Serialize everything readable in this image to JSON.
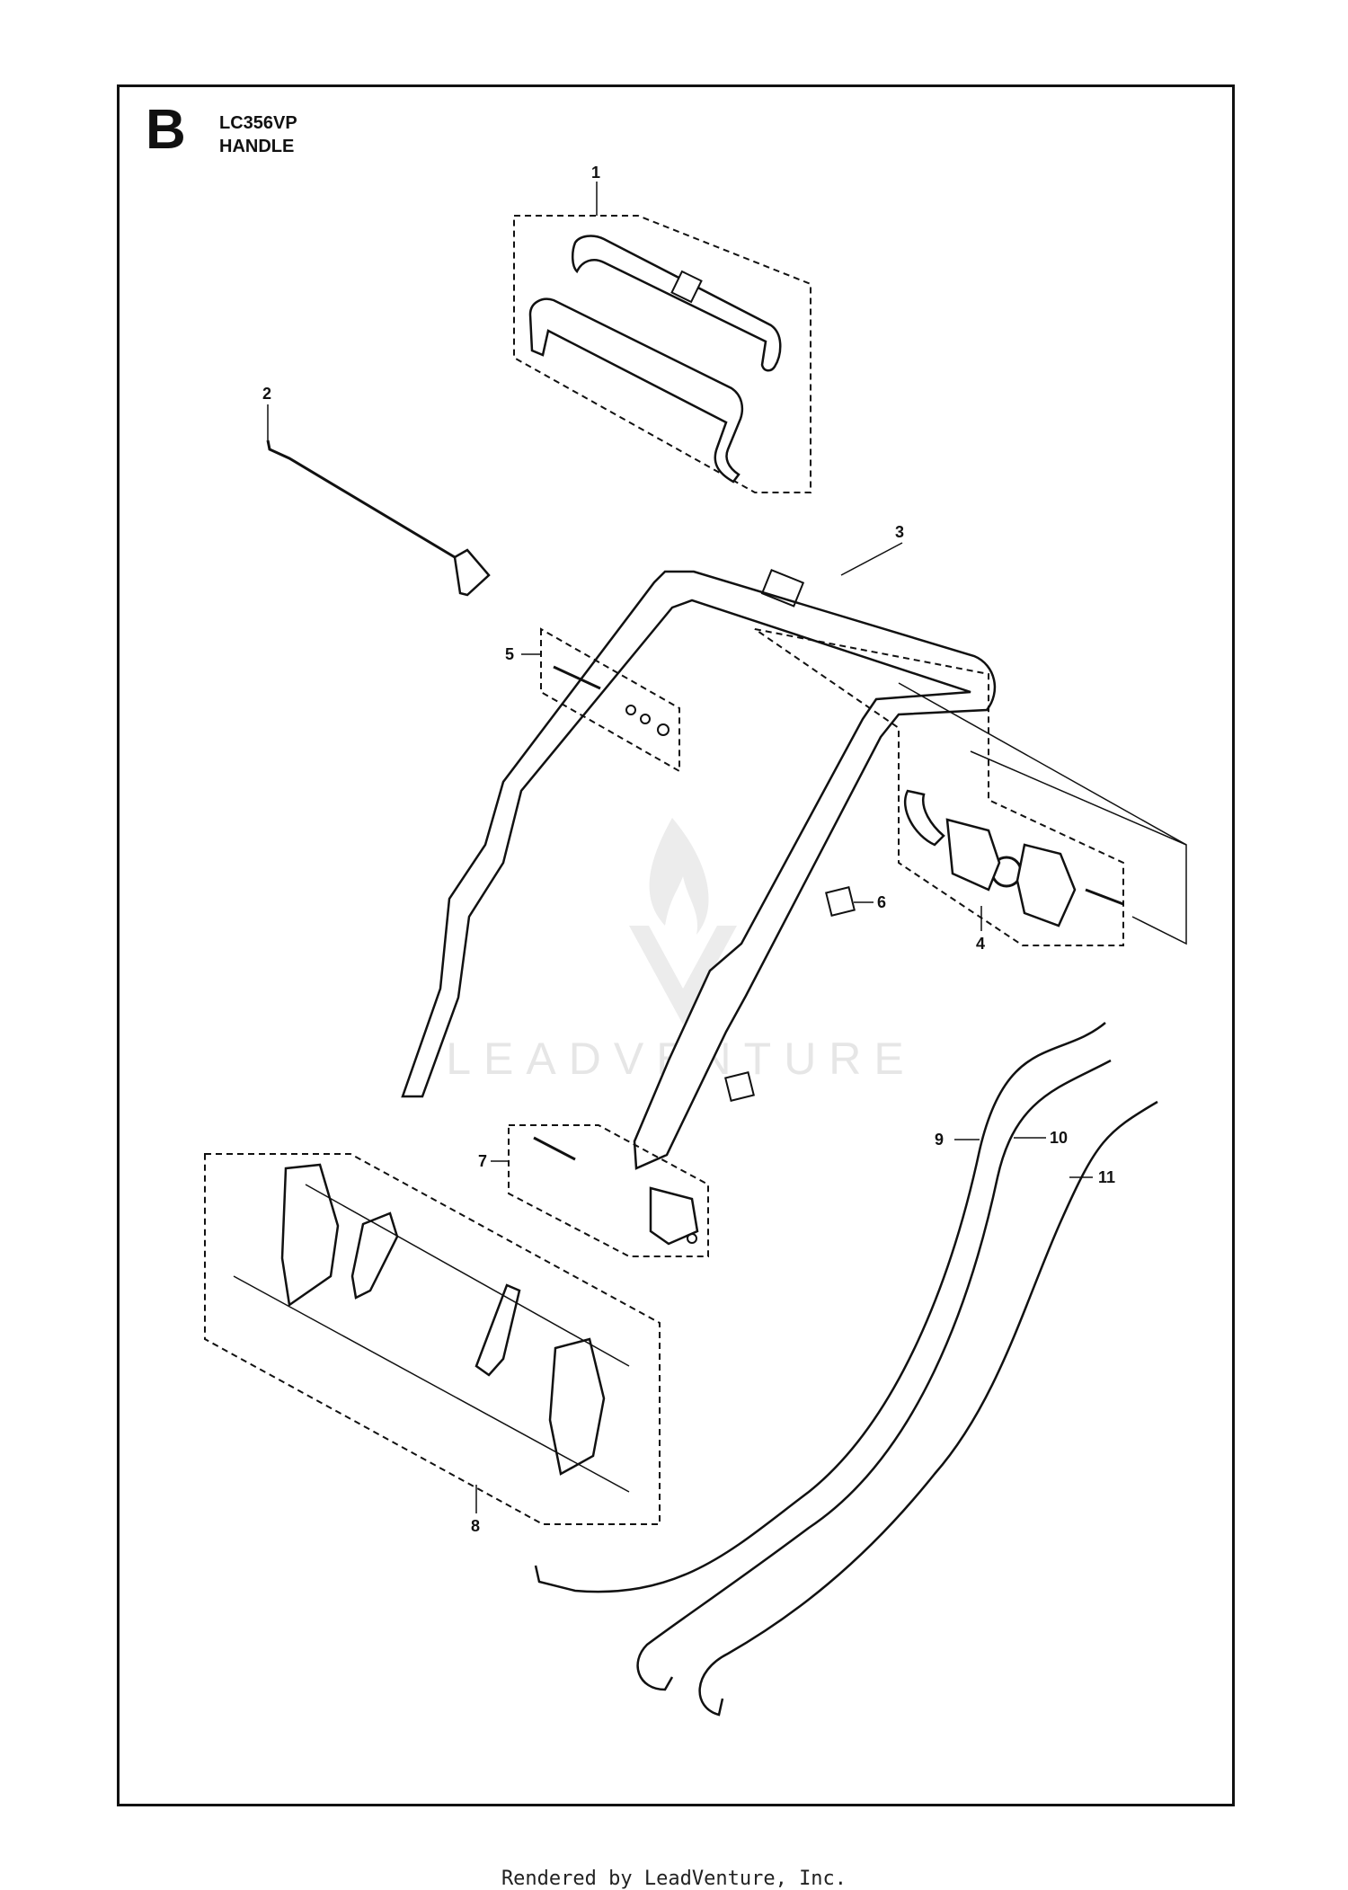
{
  "diagram": {
    "section_letter": "B",
    "model": "LC356VP",
    "assembly": "HANDLE",
    "watermark": "LEADVENTURE",
    "callouts": [
      "1",
      "2",
      "3",
      "4",
      "5",
      "6",
      "7",
      "8",
      "9",
      "10",
      "11"
    ]
  },
  "footer": {
    "text": "Rendered by LeadVenture, Inc."
  }
}
